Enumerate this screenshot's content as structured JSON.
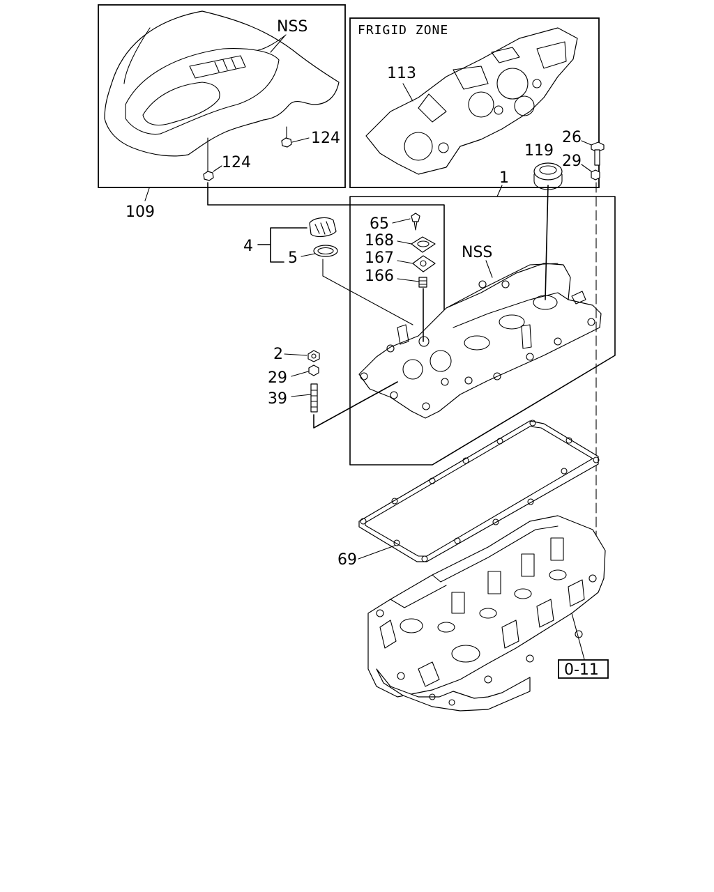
{
  "inset_left": {
    "box_label": "109",
    "nss": "NSS",
    "nut_label_a": "124",
    "nut_label_b": "124"
  },
  "inset_right": {
    "title": "FRIGID ZONE",
    "part_label": "113"
  },
  "callouts": {
    "p1": "1",
    "p2": "2",
    "p4": "4",
    "p5": "5",
    "p26": "26",
    "p29_top": "29",
    "p29_left": "29",
    "p39": "39",
    "p65": "65",
    "p69": "69",
    "p119": "119",
    "p166": "166",
    "p167": "167",
    "p168": "168",
    "nss_cover": "NSS",
    "ref": "0-11"
  }
}
